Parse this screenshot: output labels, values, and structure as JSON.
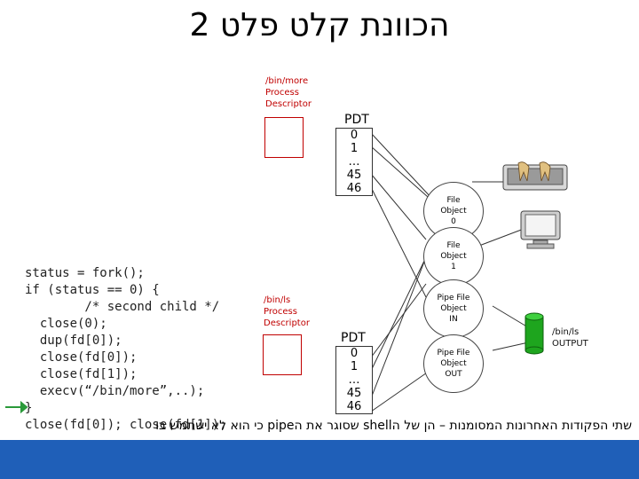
{
  "title": "הכוונת קלט פלט 2",
  "process_more": {
    "line1": "/bin/more",
    "line2": "Process",
    "line3": "Descriptor"
  },
  "process_ls": {
    "line1": "/bin/ls",
    "line2": "Process",
    "line3": "Descriptor"
  },
  "pdt_top": {
    "label": "PDT",
    "rows": [
      "0",
      "1",
      "…",
      "45",
      "46"
    ]
  },
  "pdt_bottom": {
    "label": "PDT",
    "rows": [
      "0",
      "1",
      "…",
      "45",
      "46"
    ]
  },
  "file_objects": [
    {
      "line1": "File",
      "line2": "Object",
      "line3": "0"
    },
    {
      "line1": "File",
      "line2": "Object",
      "line3": "1"
    },
    {
      "line1": "Pipe File",
      "line2": "Object",
      "line3": "IN"
    },
    {
      "line1": "Pipe File",
      "line2": "Object",
      "line3": "OUT"
    }
  ],
  "ls_output": {
    "line1": "/bin/ls",
    "line2": "OUTPUT"
  },
  "code_lines": [
    "status = fork();",
    "if (status == 0) {",
    "        /* second child */",
    "  close(0);",
    "  dup(fd[0]);",
    "  close(fd[0]);",
    "  close(fd[1]);",
    "  execv(“/bin/more”,..);",
    "}",
    "close(fd[0]); close(fd[1]);"
  ],
  "footer": "שתי הפקודות האחרונות המסומנות – הן של הshell שסוגר את הpipe כי הוא לא ישתמש בו",
  "icons": {
    "keyboard": "keyboard-icon",
    "monitor": "monitor-icon",
    "pipe": "pipe-cylinder-icon"
  }
}
